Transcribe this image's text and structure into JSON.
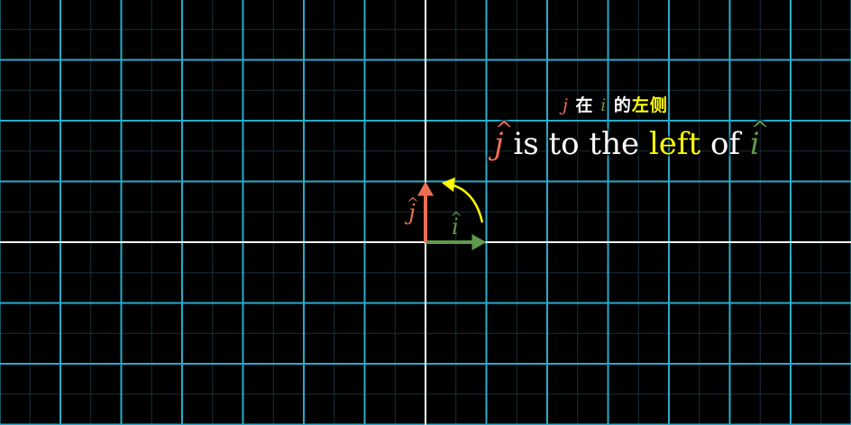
{
  "caption_cn": {
    "j": "j",
    "zai": "在",
    "i": "i",
    "de": "的",
    "left": "左侧"
  },
  "caption_en": {
    "j": "j",
    "is_to_the": "is to the",
    "left": "left",
    "of": "of",
    "i": "i"
  },
  "vectors": {
    "i_hat": {
      "label": "i",
      "x": 1,
      "y": 0
    },
    "j_hat": {
      "label": "j",
      "x": 0,
      "y": 1
    }
  },
  "grid": {
    "x_range": [
      -7,
      7
    ],
    "y_range": [
      -3,
      4
    ],
    "minor_divisions": 2
  },
  "colors": {
    "grid_major": "#29abca",
    "grid_minor": "#1b3038",
    "axis": "#ffffff",
    "i_hat": "#5f9a4a",
    "j_hat": "#ee6e55",
    "highlight": "#ffff00",
    "text": "#ffffff"
  }
}
